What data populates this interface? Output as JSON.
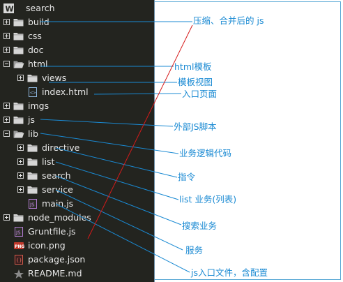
{
  "tree": {
    "root": "search",
    "items": [
      {
        "label": "build",
        "type": "folder",
        "expander": "plus"
      },
      {
        "label": "css",
        "type": "folder",
        "expander": "plus"
      },
      {
        "label": "doc",
        "type": "folder",
        "expander": "plus"
      },
      {
        "label": "html",
        "type": "folder-open",
        "expander": "minus"
      },
      {
        "label": "views",
        "type": "folder",
        "expander": "plus"
      },
      {
        "label": "index.html",
        "type": "html-file",
        "expander": "none"
      },
      {
        "label": "imgs",
        "type": "folder",
        "expander": "plus"
      },
      {
        "label": "js",
        "type": "folder",
        "expander": "plus"
      },
      {
        "label": "lib",
        "type": "folder-open",
        "expander": "minus"
      },
      {
        "label": "directive",
        "type": "folder",
        "expander": "plus"
      },
      {
        "label": "list",
        "type": "folder",
        "expander": "plus"
      },
      {
        "label": "search",
        "type": "folder",
        "expander": "plus"
      },
      {
        "label": "service",
        "type": "folder",
        "expander": "plus"
      },
      {
        "label": "main.js",
        "type": "js-file",
        "expander": "none"
      },
      {
        "label": "node_modules",
        "type": "folder",
        "expander": "plus"
      },
      {
        "label": "Gruntfile.js",
        "type": "js-file",
        "expander": "none"
      },
      {
        "label": "icon.png",
        "type": "png-file",
        "expander": "none"
      },
      {
        "label": "package.json",
        "type": "json-file",
        "expander": "none"
      },
      {
        "label": "README.md",
        "type": "star-file",
        "expander": "none"
      }
    ]
  },
  "annotations": {
    "build": "压缩、合并后的 js",
    "html": "html模板",
    "views": "模板视图",
    "index": "入口页面",
    "js": "外部JS脚本",
    "lib": "业务逻辑代码",
    "directive": "指令",
    "list": "list 业务(列表)",
    "search": "搜索业务",
    "service": "服务",
    "mainjs": "js入口文件，含配置"
  },
  "colors": {
    "panel": "#23241f",
    "text": "#e6e6e6",
    "folder": "#d5d5d5",
    "annotation": "#1a8ad3",
    "leader": "#1a8ad3",
    "red_line": "#d61a1a"
  }
}
